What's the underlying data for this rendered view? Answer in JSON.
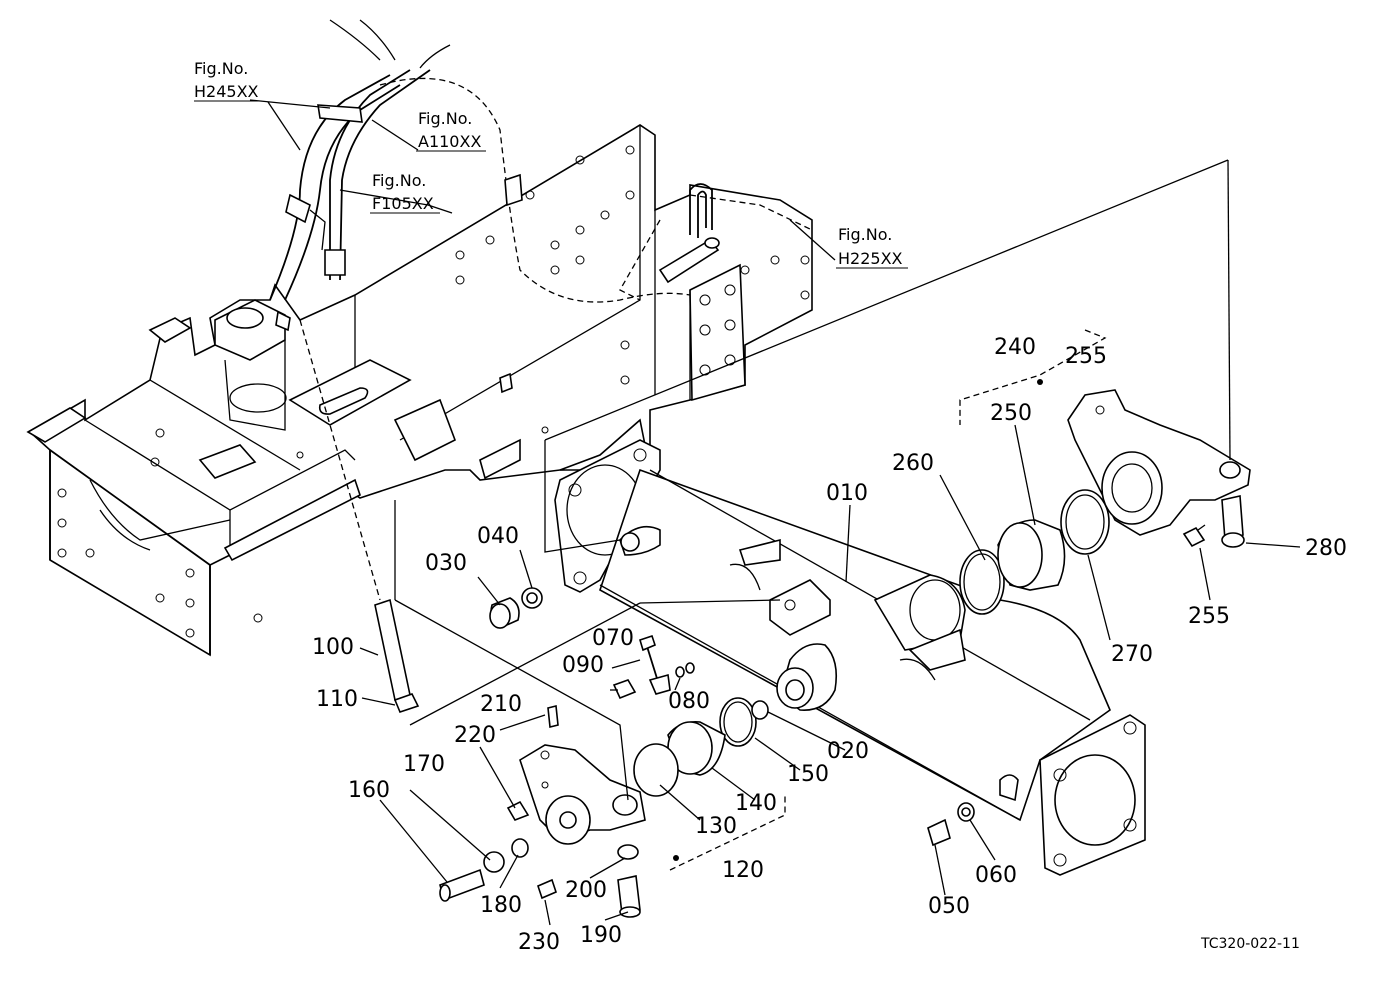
{
  "diagram_code": "TC320-022-11",
  "figure_refs": [
    {
      "prefix": "Fig.No.",
      "number": "H245XX"
    },
    {
      "prefix": "Fig.No.",
      "number": "A110XX"
    },
    {
      "prefix": "Fig.No.",
      "number": "F105XX"
    },
    {
      "prefix": "Fig.No.",
      "number": "H225XX"
    }
  ],
  "part_numbers": [
    "010",
    "020",
    "030",
    "040",
    "050",
    "060",
    "070",
    "080",
    "090",
    "100",
    "110",
    "120",
    "130",
    "140",
    "150",
    "160",
    "170",
    "180",
    "190",
    "200",
    "210",
    "220",
    "230",
    "240",
    "250",
    "255",
    "255",
    "260",
    "270",
    "280"
  ]
}
